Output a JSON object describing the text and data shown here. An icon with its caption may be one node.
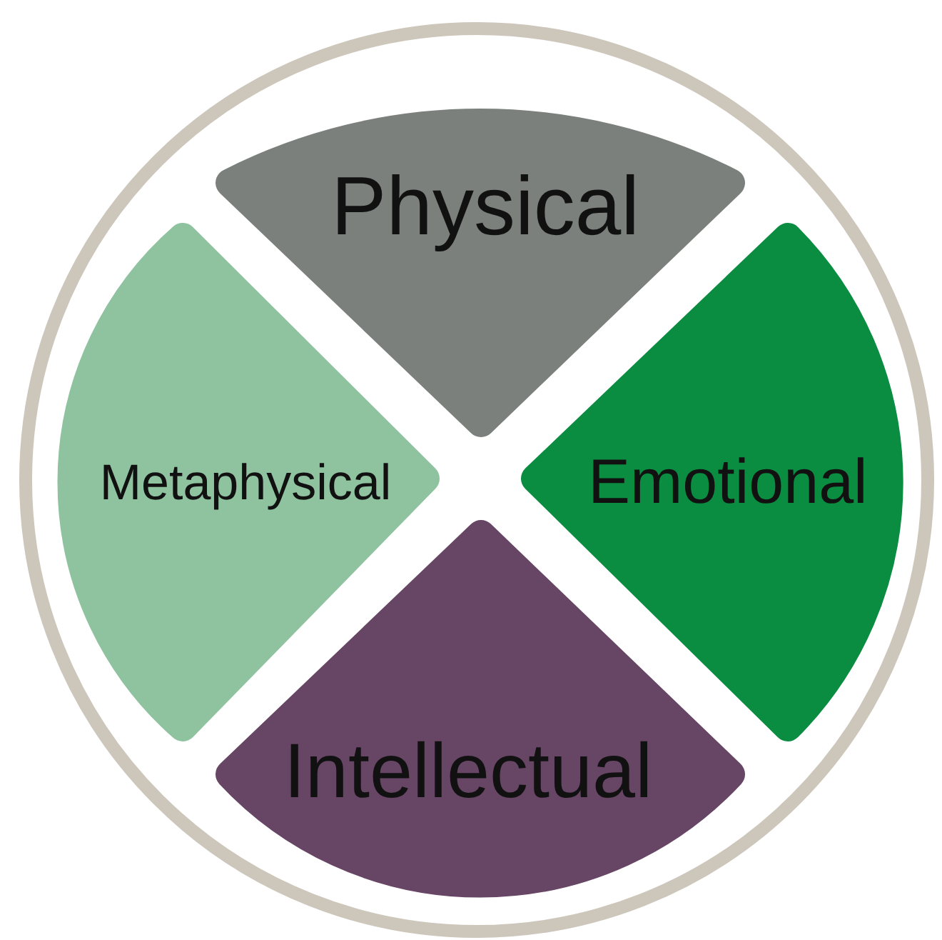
{
  "diagram": {
    "nodes": [
      {
        "text": [
          "Physical"
        ]
      },
      {
        "text": [
          "Emotional"
        ]
      },
      {
        "text": [
          "Intellectual"
        ]
      },
      {
        "text": [
          "Metaphysical"
        ]
      }
    ]
  }
}
